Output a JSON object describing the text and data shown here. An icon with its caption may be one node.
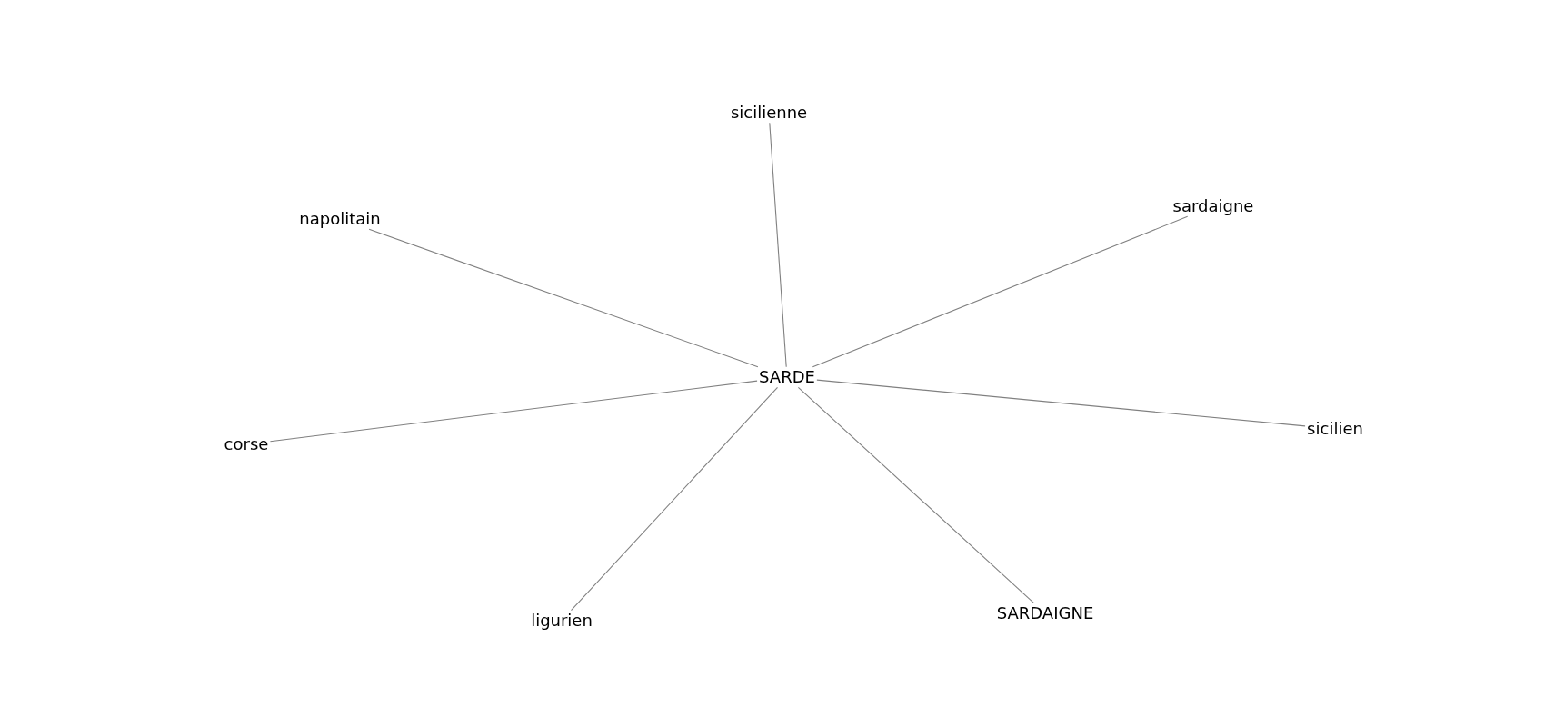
{
  "diagram": {
    "nodes": [
      {
        "text": [
          "sicilienne"
        ]
      },
      {
        "text": [
          "napolitain"
        ]
      },
      {
        "text": [
          "sardaigne"
        ]
      },
      {
        "text": [
          "SARDE"
        ]
      },
      {
        "text": [
          "corse"
        ]
      },
      {
        "text": [
          "sicilien"
        ]
      },
      {
        "text": [
          "ligurien"
        ]
      },
      {
        "text": [
          "SARDAIGNE"
        ]
      }
    ],
    "edges": [
      {
        "from": 3,
        "to": 0,
        "arrow": "none"
      },
      {
        "from": 3,
        "to": 1,
        "arrow": "none"
      },
      {
        "from": 3,
        "to": 2,
        "arrow": "none"
      },
      {
        "from": 3,
        "to": 4,
        "arrow": "none"
      },
      {
        "from": 3,
        "to": 5,
        "arrow": "none"
      },
      {
        "from": 3,
        "to": 6,
        "arrow": "none"
      },
      {
        "from": 3,
        "to": 7,
        "arrow": "none"
      }
    ]
  }
}
